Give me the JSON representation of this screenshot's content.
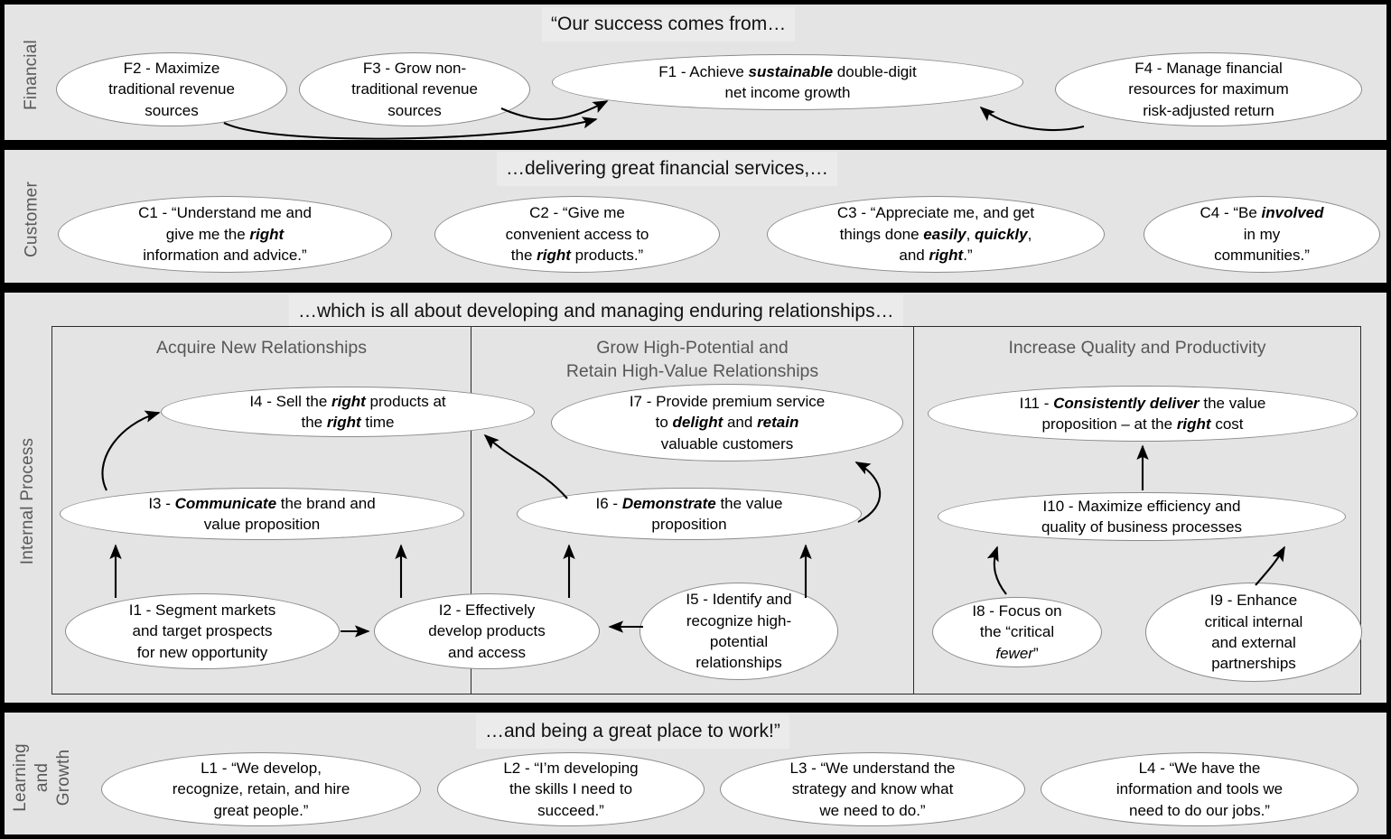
{
  "perspectives": [
    {
      "id": "financial",
      "label": "Financial",
      "caption": "“Our success comes from…",
      "objectives": [
        {
          "id": "F2",
          "text": "F2 - Maximize traditional revenue sources"
        },
        {
          "id": "F3",
          "text": "F3 - Grow non-traditional revenue sources"
        },
        {
          "id": "F1",
          "text": "F1 - Achieve sustainable double-digit net income growth",
          "emphasis": [
            "sustainable"
          ]
        },
        {
          "id": "F4",
          "text": "F4 - Manage financial resources for maximum risk-adjusted return"
        }
      ]
    },
    {
      "id": "customer",
      "label": "Customer",
      "caption": "…delivering great financial services,…",
      "objectives": [
        {
          "id": "C1",
          "text": "C1 - “Understand me and give me the right information and advice.”",
          "emphasis": [
            "right"
          ]
        },
        {
          "id": "C2",
          "text": "C2 - “Give me convenient access to the right products.”",
          "emphasis": [
            "right"
          ]
        },
        {
          "id": "C3",
          "text": "C3 - “Appreciate me, and get things done easily, quickly, and right.”",
          "emphasis": [
            "easily",
            "quickly",
            "right"
          ]
        },
        {
          "id": "C4",
          "text": "C4 - “Be involved in my communities.”",
          "emphasis": [
            "involved"
          ]
        }
      ]
    },
    {
      "id": "internal-process",
      "label": "Internal Process",
      "caption": "…which is all about developing and managing enduring relationships…",
      "columns": [
        {
          "id": "acquire",
          "title": "Acquire New Relationships"
        },
        {
          "id": "grow",
          "title": "Grow High-Potential and Retain High-Value Relationships"
        },
        {
          "id": "increase",
          "title": "Increase Quality and Productivity"
        }
      ],
      "objectives": [
        {
          "id": "I4",
          "text": "I4 - Sell the right products at the right time",
          "emphasis": [
            "right"
          ]
        },
        {
          "id": "I3",
          "text": "I3 - Communicate the brand and value proposition",
          "emphasis": [
            "Communicate"
          ]
        },
        {
          "id": "I1",
          "text": "I1 - Segment markets and target prospects for new opportunity"
        },
        {
          "id": "I2",
          "text": "I2 - Effectively develop products and access"
        },
        {
          "id": "I7",
          "text": "I7 - Provide premium service to delight and retain valuable customers",
          "emphasis": [
            "delight",
            "retain"
          ]
        },
        {
          "id": "I6",
          "text": "I6 - Demonstrate the value proposition",
          "emphasis": [
            "Demonstrate"
          ]
        },
        {
          "id": "I5",
          "text": "I5 - Identify and recognize high-potential relationships"
        },
        {
          "id": "I11",
          "text": "I11 - Consistently deliver the value proposition – at the right cost",
          "emphasis": [
            "Consistently deliver",
            "right"
          ]
        },
        {
          "id": "I10",
          "text": "I10 - Maximize efficiency and quality of business processes"
        },
        {
          "id": "I8",
          "text": "I8 - Focus on the “critical fewer”",
          "emphasis": [
            "fewer"
          ]
        },
        {
          "id": "I9",
          "text": "I9 - Enhance critical internal and external partnerships"
        }
      ]
    },
    {
      "id": "learning-and-growth",
      "label": "Learning and Growth",
      "caption": "…and being a great place to work!”",
      "objectives": [
        {
          "id": "L1",
          "text": "L1 - “We develop, recognize, retain, and hire great people.”"
        },
        {
          "id": "L2",
          "text": "L2 - “I’m developing the skills I need to succeed.”"
        },
        {
          "id": "L3",
          "text": "L3 - “We understand the strategy and know what we need to do.”"
        },
        {
          "id": "L4",
          "text": "L4 - “We have the information and tools we need to do our jobs.”"
        }
      ]
    }
  ],
  "nodes": {
    "F2": {
      "line1": "F2 - Maximize",
      "line2": "traditional revenue",
      "line3": "sources"
    },
    "F3": {
      "line1": "F3 - Grow non-",
      "line2": "traditional revenue",
      "line3": "sources"
    },
    "F1": {
      "a": "F1 - Achieve ",
      "b": "sustainable",
      "c": " double-digit",
      "d": "net income growth"
    },
    "F4": {
      "line1": "F4 - Manage financial",
      "line2": "resources for maximum",
      "line3": "risk-adjusted return"
    },
    "C1": {
      "a": "C1 - “Understand me and",
      "b": "give me the ",
      "c": "right",
      "d": "information and advice.”"
    },
    "C2": {
      "a": "C2 - “Give me",
      "b": "convenient access to",
      "c": "the ",
      "d": "right",
      "e": " products.”"
    },
    "C3": {
      "a": "C3 - “Appreciate me, and get",
      "b": "things done ",
      "c": "easily",
      "d": ", ",
      "e": "quickly",
      "f": ",",
      "g": "and ",
      "h": "right",
      "i": ".”"
    },
    "C4": {
      "a": "C4 - “Be ",
      "b": "involved",
      "c": "in my",
      "d": "communities.”"
    },
    "I4": {
      "a": "I4 - Sell the ",
      "b": "right",
      "c": " products at",
      "d": "the ",
      "e": "right",
      "f": " time"
    },
    "I3": {
      "a": "I3 - ",
      "b": "Communicate",
      "c": " the brand and",
      "d": "value proposition"
    },
    "I1": {
      "line1": "I1 - Segment markets",
      "line2": "and target prospects",
      "line3": "for new opportunity"
    },
    "I2": {
      "line1": "I2 - Effectively",
      "line2": "develop products",
      "line3": "and access"
    },
    "I7": {
      "a": "I7 - Provide premium service",
      "b": "to ",
      "c": "delight",
      "d": " and ",
      "e": "retain",
      "f": "valuable customers"
    },
    "I6": {
      "a": "I6 - ",
      "b": "Demonstrate",
      "c": " the value",
      "d": "proposition"
    },
    "I5": {
      "line1": "I5 - Identify and",
      "line2": "recognize high-",
      "line3": "potential",
      "line4": "relationships"
    },
    "I11": {
      "a": "I11 - ",
      "b": "Consistently deliver",
      "c": " the value",
      "d": "proposition – at the ",
      "e": "right",
      "f": " cost"
    },
    "I10": {
      "line1": "I10 - Maximize efficiency and",
      "line2": "quality of business processes"
    },
    "I8": {
      "a": "I8 - Focus on",
      "b": "the “critical",
      "c": "fewer",
      "d": "”"
    },
    "I9": {
      "line1": "I9 - Enhance",
      "line2": "critical internal",
      "line3": "and external",
      "line4": "partnerships"
    },
    "L1": {
      "line1": "L1 - “We develop,",
      "line2": "recognize, retain, and hire",
      "line3": "great people.”"
    },
    "L2": {
      "line1": "L2 - “I’m developing",
      "line2": "the skills I need to",
      "line3": "succeed.”"
    },
    "L3": {
      "line1": "L3 - “We understand the",
      "line2": "strategy and know what",
      "line3": "we need to do.”"
    },
    "L4": {
      "line1": "L4 - “We have the",
      "line2": "information and tools we",
      "line3": "need to do our jobs.”"
    }
  },
  "side_labels": {
    "financial": "Financial",
    "customer": "Customer",
    "internal": "Internal Process",
    "learning_1": "Learning",
    "learning_2": "and",
    "learning_3": "Growth"
  },
  "column_titles": {
    "acquire": "Acquire New Relationships",
    "grow_line1": "Grow High-Potential and",
    "grow_line2": "Retain High-Value Relationships",
    "increase": "Increase Quality and Productivity"
  },
  "captions": {
    "financial": "“Our success comes from…",
    "customer": "…delivering great financial services,…",
    "internal": "…which is all about developing and managing enduring relationships…",
    "learning": "…and being a great place to work!”"
  },
  "colors": {
    "band_bg": "#e4e4e4",
    "caption_bg": "#ebebeb",
    "divider": "#000000",
    "ellipse_fill": "#ffffff",
    "ellipse_stroke": "#8a8a8a",
    "label_text": "#595959",
    "column_title_text": "#575757"
  },
  "connections": [
    {
      "from": "F2",
      "to": "F1"
    },
    {
      "from": "F3",
      "to": "F1"
    },
    {
      "from": "F4",
      "to": "F1"
    },
    {
      "from": "I3",
      "to": "I4"
    },
    {
      "from": "I1",
      "to": "I3"
    },
    {
      "from": "I2",
      "to": "I3"
    },
    {
      "from": "I1",
      "to": "I2"
    },
    {
      "from": "I5",
      "to": "I2"
    },
    {
      "from": "I6",
      "to": "I4"
    },
    {
      "from": "I6",
      "to": "I7"
    },
    {
      "from": "I2",
      "to": "I6"
    },
    {
      "from": "I5",
      "to": "I6"
    },
    {
      "from": "I10",
      "to": "I11"
    },
    {
      "from": "I8",
      "to": "I10"
    },
    {
      "from": "I9",
      "to": "I10"
    }
  ]
}
